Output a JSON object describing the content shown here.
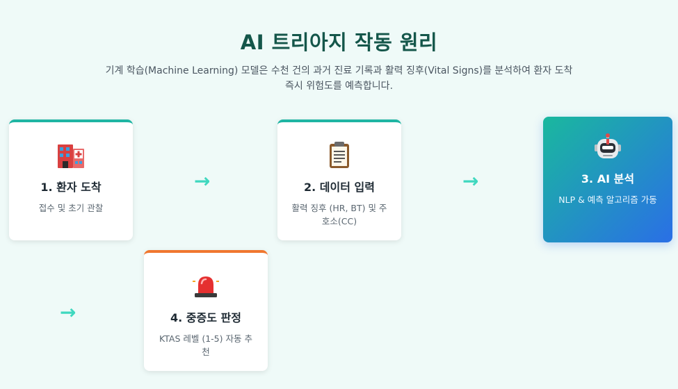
{
  "header": {
    "title": "AI 트리아지 작동 원리",
    "subtitle": "기계 학습(Machine Learning) 모델은 수천 건의 과거 진료 기록과 활력 징후(Vital Signs)를 분석하여 환자 도착 즉시 위험도를 예측합니다."
  },
  "steps": [
    {
      "icon": "hospital-icon",
      "title": "1. 환자 도착",
      "desc": "접수 및 초기 관찰"
    },
    {
      "icon": "clipboard-icon",
      "title": "2. 데이터 입력",
      "desc": "활력 징후 (HR, BT) 및 주호소(CC)"
    },
    {
      "icon": "robot-icon",
      "title": "3. AI 분석",
      "desc": "NLP & 예측 알고리즘 가동"
    },
    {
      "icon": "siren-icon",
      "title": "4. 중증도 판정",
      "desc": "KTAS 레벨 (1-5) 자동 추천"
    }
  ],
  "arrow_glyph": "→",
  "colors": {
    "title": "#14564a",
    "teal_accent": "#1fb5a3",
    "orange_accent": "#f0772f",
    "ai_gradient_start": "#1ab89e",
    "ai_gradient_end": "#2a6fe6",
    "arrow": "#3fd8bf"
  }
}
